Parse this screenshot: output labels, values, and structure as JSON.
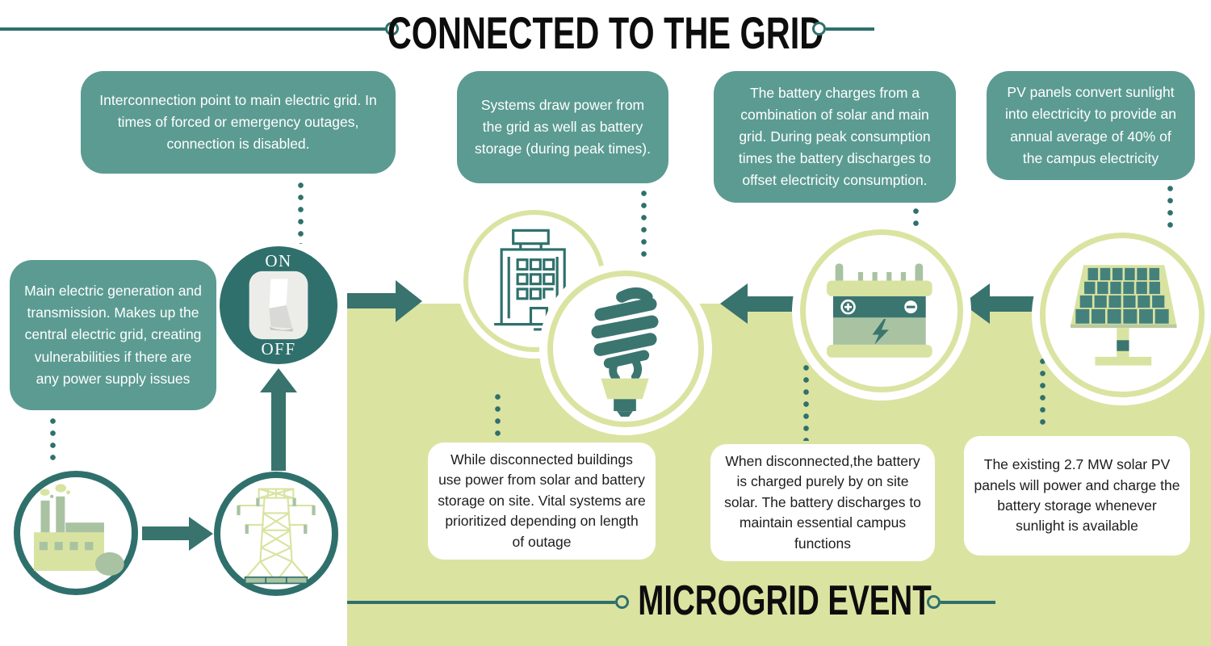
{
  "title_top": {
    "text": "CONNECTED TO THE GRID"
  },
  "title_bottom": {
    "text": "MICROGRID EVENT"
  },
  "grid_callouts": [
    {
      "text": "Interconnection point to main electric grid. In times of forced or emergency outages, connection is disabled."
    },
    {
      "text": "Systems draw power from the grid as well as battery storage (during peak times)."
    },
    {
      "text": "The battery charges from a combination of solar and main grid. During peak consumption times the battery discharges to offset electricity consumption."
    },
    {
      "text": "PV panels convert sunlight into electricity to provide an annual average of 40% of the campus electricity"
    }
  ],
  "main_grid_callout": {
    "text": "Main electric generation and transmission. Makes up the central electric grid, creating vulnerabilities if there are any power supply issues"
  },
  "microgrid_callouts": [
    {
      "text": "While disconnected buildings use power from solar and battery storage on site. Vital systems are prioritized depending on length of outage"
    },
    {
      "text": "When disconnected,the battery is charged purely by on site solar. The battery discharges to maintain essential campus functions"
    },
    {
      "text": "The existing 2.7 MW solar PV panels will power and charge the battery storage whenever sunlight is available"
    }
  ],
  "switch": {
    "on_label": "ON",
    "off_label": "OFF"
  },
  "icons": {
    "switch": "toggle-switch-icon",
    "building": "building-icon",
    "bulb": "cfl-bulb-icon",
    "battery": "battery-icon",
    "solar": "solar-panel-icon",
    "factory": "power-plant-icon",
    "tower": "transmission-tower-icon"
  },
  "colors": {
    "teal_box": "#5b9b92",
    "dark_teal": "#2f706c",
    "arrow_teal": "#38736e",
    "light_green": "#dbe3a1",
    "sage_green": "#a9c3a2",
    "title_black": "#0d0d0d",
    "body_text_dark": "#1d1d1d"
  }
}
